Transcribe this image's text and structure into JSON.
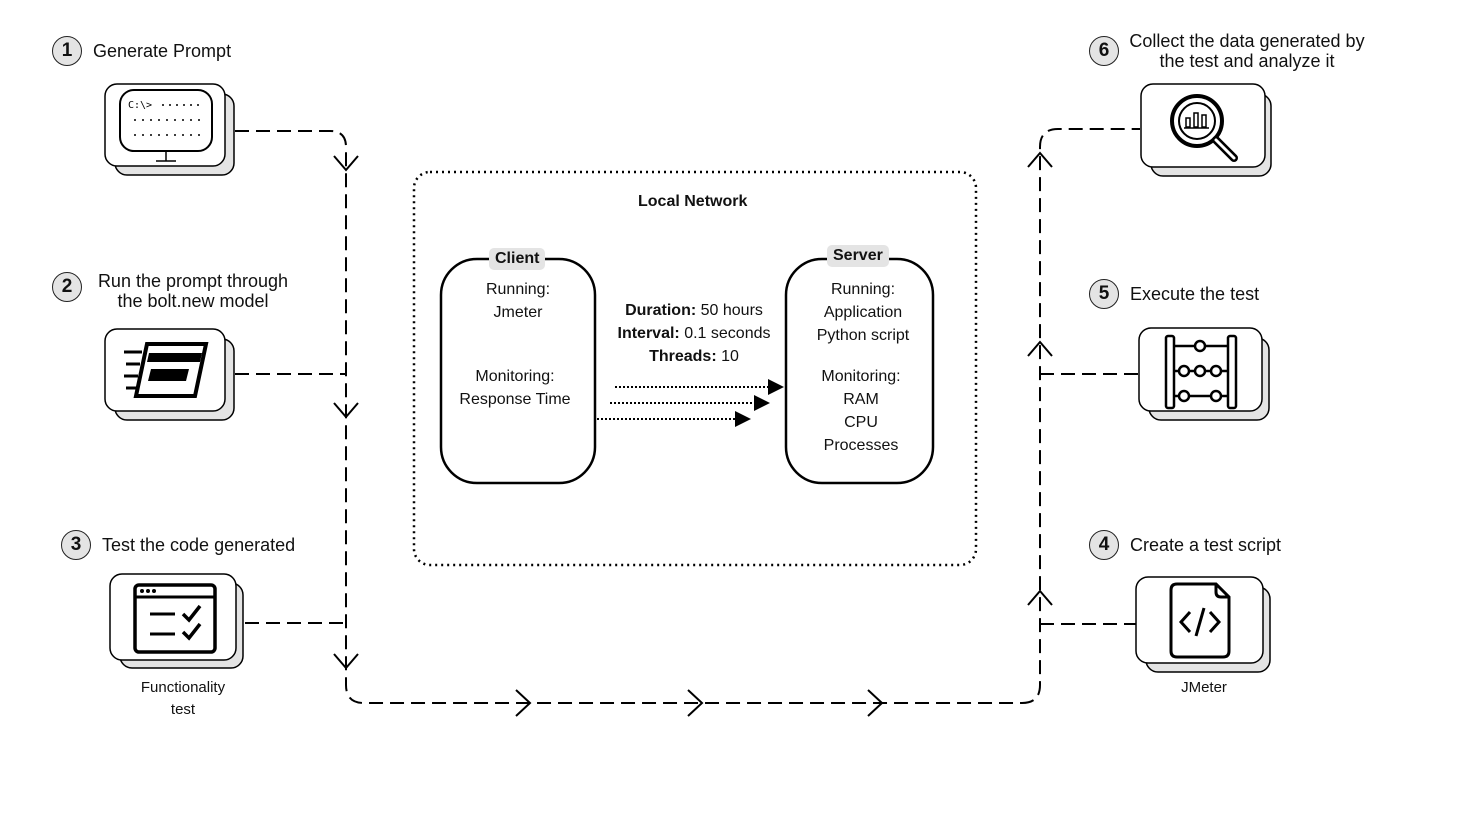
{
  "steps": [
    {
      "number": "1",
      "label": "Generate Prompt"
    },
    {
      "number": "2",
      "label_line1": "Run the prompt through",
      "label_line2": "the bolt.new model"
    },
    {
      "number": "3",
      "label": "Test the code generated",
      "caption_line1": "Functionality",
      "caption_line2": "test"
    },
    {
      "number": "4",
      "label": "Create a test script",
      "caption": "JMeter"
    },
    {
      "number": "5",
      "label": "Execute the test"
    },
    {
      "number": "6",
      "label_line1": "Collect the data generated by",
      "label_line2": "the test and analyze it"
    }
  ],
  "icons": {
    "step1": "terminal-monitor-icon",
    "step2": "fast-window-icon",
    "step3": "checklist-window-icon",
    "step4": "code-file-icon",
    "step5": "abacus-icon",
    "step6": "magnifier-chart-icon"
  },
  "terminal_prompt": "C:\\>",
  "network": {
    "title": "Local Network",
    "client": {
      "title": "Client",
      "running_label": "Running:",
      "running_value": "Jmeter",
      "monitoring_label": "Monitoring:",
      "monitoring_value": "Response Time"
    },
    "server": {
      "title": "Server",
      "running_label": "Running:",
      "running_line1": "Application",
      "running_line2": "Python script",
      "monitoring_label": "Monitoring:",
      "monitoring_items": [
        "RAM",
        "CPU",
        "Processes"
      ]
    },
    "params": {
      "duration_label": "Duration:",
      "duration_value": "50 hours",
      "interval_label": "Interval:",
      "interval_value": "0.1 seconds",
      "threads_label": "Threads:",
      "threads_value": "10"
    }
  }
}
